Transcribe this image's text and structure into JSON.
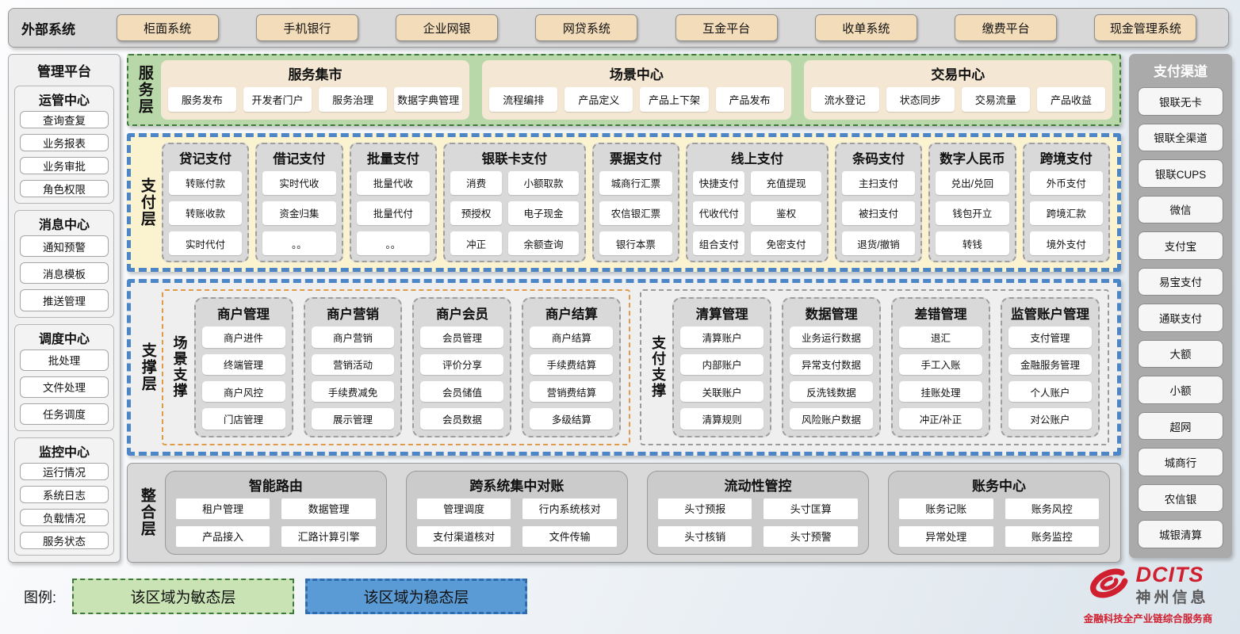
{
  "external_systems": {
    "title": "外部系统",
    "items": [
      "柜面系统",
      "手机银行",
      "企业网银",
      "网贷系统",
      "互金平台",
      "收单系统",
      "缴费平台",
      "现金管理系统"
    ]
  },
  "management_platform": {
    "title": "管理平台",
    "groups": [
      {
        "title": "运管中心",
        "items": [
          "查询查复",
          "业务报表",
          "业务审批",
          "角色权限"
        ]
      },
      {
        "title": "消息中心",
        "items": [
          "通知预警",
          "消息模板",
          "推送管理"
        ]
      },
      {
        "title": "调度中心",
        "items": [
          "批处理",
          "文件处理",
          "任务调度"
        ]
      },
      {
        "title": "监控中心",
        "items": [
          "运行情况",
          "系统日志",
          "负载情况",
          "服务状态"
        ]
      }
    ]
  },
  "service_layer": {
    "label": "服务层",
    "sections": [
      {
        "title": "服务集市",
        "items": [
          "服务发布",
          "开发者门户",
          "服务治理",
          "数据字典管理"
        ]
      },
      {
        "title": "场景中心",
        "items": [
          "流程编排",
          "产品定义",
          "产品上下架",
          "产品发布"
        ]
      },
      {
        "title": "交易中心",
        "items": [
          "流水登记",
          "状态同步",
          "交易流量",
          "产品收益"
        ]
      }
    ]
  },
  "payment_layer": {
    "label": "支付层",
    "columns": [
      {
        "title": "贷记支付",
        "cols": 1,
        "items": [
          "转账付款",
          "转账收款",
          "实时代付"
        ]
      },
      {
        "title": "借记支付",
        "cols": 1,
        "items": [
          "实时代收",
          "资金归集",
          "。。"
        ]
      },
      {
        "title": "批量支付",
        "cols": 1,
        "items": [
          "批量代收",
          "批量代付",
          "。。"
        ]
      },
      {
        "title": "银联卡支付",
        "cols": 2,
        "items": [
          "消费",
          "小额取款",
          "预授权",
          "电子现金",
          "冲正",
          "余额查询"
        ]
      },
      {
        "title": "票据支付",
        "cols": 1,
        "items": [
          "城商行汇票",
          "农信银汇票",
          "银行本票"
        ]
      },
      {
        "title": "线上支付",
        "cols": 2,
        "items": [
          "快捷支付",
          "充值提现",
          "代收代付",
          "鉴权",
          "组合支付",
          "免密支付"
        ]
      },
      {
        "title": "条码支付",
        "cols": 1,
        "items": [
          "主扫支付",
          "被扫支付",
          "退货/撤销"
        ]
      },
      {
        "title": "数字人民币",
        "cols": 1,
        "items": [
          "兑出/兑回",
          "钱包开立",
          "转钱"
        ]
      },
      {
        "title": "跨境支付",
        "cols": 1,
        "items": [
          "外币支付",
          "跨境汇款",
          "境外支付"
        ]
      }
    ]
  },
  "support_layer": {
    "label": "支撑层",
    "groups": [
      {
        "label": "场景支撑",
        "kind": "scene",
        "columns": [
          {
            "title": "商户管理",
            "items": [
              "商户进件",
              "终端管理",
              "商户风控",
              "门店管理"
            ]
          },
          {
            "title": "商户营销",
            "items": [
              "商户营销",
              "营销活动",
              "手续费减免",
              "展示管理"
            ]
          },
          {
            "title": "商户会员",
            "items": [
              "会员管理",
              "评价分享",
              "会员储值",
              "会员数据"
            ]
          },
          {
            "title": "商户结算",
            "items": [
              "商户结算",
              "手续费结算",
              "营销费结算",
              "多级结算"
            ]
          }
        ]
      },
      {
        "label": "支付支撑",
        "kind": "pay",
        "columns": [
          {
            "title": "清算管理",
            "items": [
              "清算账户",
              "内部账户",
              "关联账户",
              "清算规则"
            ]
          },
          {
            "title": "数据管理",
            "items": [
              "业务运行数据",
              "异常支付数据",
              "反洗钱数据",
              "风险账户数据"
            ]
          },
          {
            "title": "差错管理",
            "items": [
              "退汇",
              "手工入账",
              "挂账处理",
              "冲正/补正"
            ]
          },
          {
            "title": "监管账户管理",
            "items": [
              "支付管理",
              "金融服务管理",
              "个人账户",
              "对公账户"
            ]
          }
        ]
      }
    ]
  },
  "integration_layer": {
    "label": "整合层",
    "sections": [
      {
        "title": "智能路由",
        "items": [
          "租户管理",
          "数据管理",
          "产品接入",
          "汇路计算引擎"
        ]
      },
      {
        "title": "跨系统集中对账",
        "items": [
          "管理调度",
          "行内系统核对",
          "支付渠道核对",
          "文件传输"
        ]
      },
      {
        "title": "流动性管控",
        "items": [
          "头寸预报",
          "头寸匡算",
          "头寸核销",
          "头寸预警"
        ]
      },
      {
        "title": "账务中心",
        "items": [
          "账务记账",
          "账务风控",
          "异常处理",
          "账务监控"
        ]
      }
    ]
  },
  "payment_channels": {
    "title": "支付渠道",
    "items": [
      "银联无卡",
      "银联全渠道",
      "银联CUPS",
      "微信",
      "支付宝",
      "易宝支付",
      "通联支付",
      "大额",
      "小额",
      "超网",
      "城商行",
      "农信银",
      "城银清算"
    ]
  },
  "legend": {
    "label": "图例:",
    "items": [
      {
        "text": "该区域为敏态层",
        "kind": "agile"
      },
      {
        "text": "该区域为稳态层",
        "kind": "stable"
      }
    ]
  },
  "logo": {
    "en": "DCITS",
    "cn": "神州信息",
    "tagline": "金融科技全产业链综合服务商"
  },
  "colors": {
    "agile_layer_bg": "#b9d8a9",
    "agile_border": "#3f7a3c",
    "stable_border": "#4d86c6",
    "payment_layer_bg": "#fbf2cf",
    "module_box_bg": "#d9d9d9",
    "external_button_bg": "#f3dcba",
    "scene_support_border": "#e09a4a",
    "channel_sidebar_bg": "#aaaaaa",
    "legend_stable_bg": "#5b9bd5",
    "legend_agile_bg": "#c9e3b4",
    "brand_red": "#d01f2f"
  }
}
